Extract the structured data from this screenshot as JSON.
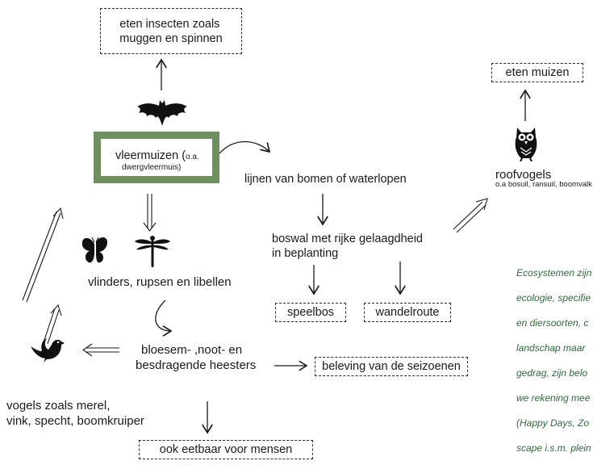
{
  "nodes": {
    "insects": "eten insecten zoals\nmuggen en spinnen",
    "bats": "vleermuizen (",
    "bats_small_oa": "o.a.",
    "bats_species": "dwergvleermuis)",
    "lines": "lijnen van bomen of waterlopen",
    "boswal_1": "boswal met rijke gelaagdheid",
    "boswal_2": "in beplanting",
    "speelbos": "speelbos",
    "wandelroute": "wandelroute",
    "mice": "eten muizen",
    "raptors": "roofvogels",
    "raptors_species": "o.a bosuil, ransuil, boomvalk",
    "butterflies": "vlinders, rupsen en libellen",
    "shrubs_1": "bloesem- ,noot- en",
    "shrubs_2": "besdragende heesters",
    "seasons": "beleving van de seizoenen",
    "birds_1": "vogels zoals merel,",
    "birds_2": "vink, specht, boomkruiper",
    "edible": "ook eetbaar voor mensen"
  },
  "side_text": [
    "Ecosystemen zijn",
    "ecologie, specifie",
    "en diersoorten, c",
    "landschap maar",
    "gedrag, zijn belo",
    "we rekening mee",
    "(Happy Days, Zo",
    "scape i.s.m. plein"
  ],
  "icons": [
    "bat-icon",
    "owl-icon",
    "butterfly-icon",
    "dragonfly-icon",
    "bird-icon"
  ],
  "colors": {
    "frame_green": "#6e8f5e",
    "side_text": "#2e6b3a"
  }
}
